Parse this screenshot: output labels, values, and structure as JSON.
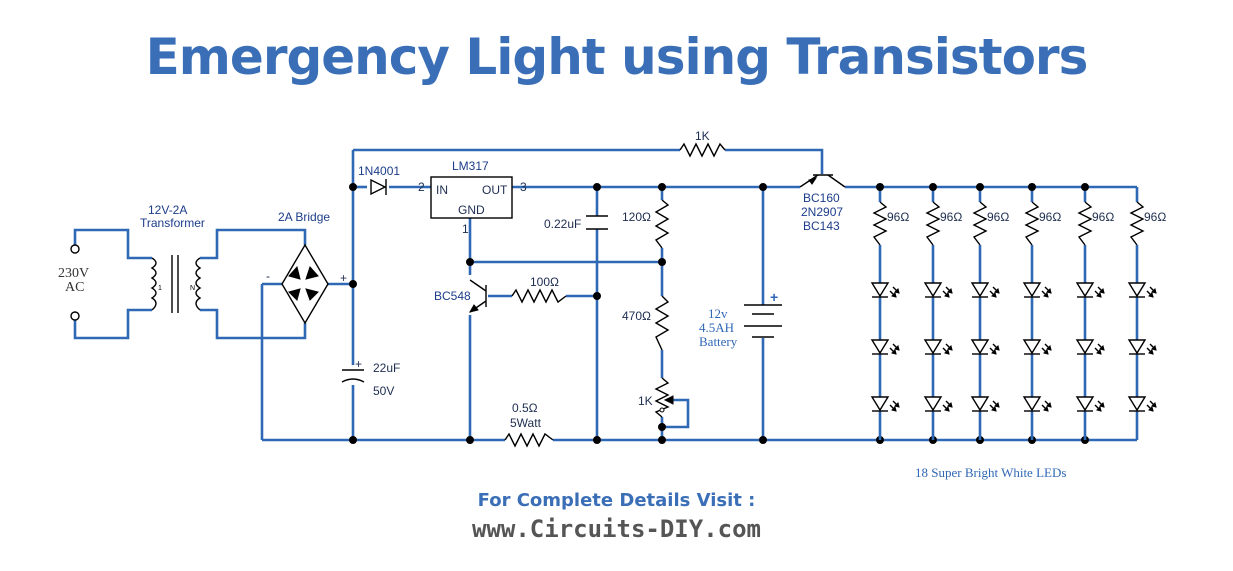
{
  "title": "Emergency Light using Transistors",
  "footer": {
    "line1": "For Complete Details Visit :",
    "line2": "www.Circuits-DIY.com"
  },
  "labels": {
    "ac_voltage": "230V",
    "ac": "AC",
    "transformer_rating": "12V-2A",
    "transformer": "Transformer",
    "transformer_pin_1": "1",
    "transformer_pin_n": "N",
    "bridge": "2A Bridge",
    "bridge_minus": "-",
    "bridge_plus": "+",
    "diode": "1N4001",
    "regulator": "LM317",
    "reg_pin_in_num": "2",
    "reg_pin_in": "IN",
    "reg_pin_out": "OUT",
    "reg_pin_out_num": "3",
    "reg_pin_gnd": "GND",
    "reg_pin_gnd_num": "1",
    "cap_small": "0.22uF",
    "res_top": "1K",
    "res_120": "120Ω",
    "res_470": "470Ω",
    "pot_1k": "1K",
    "res_100": "100Ω",
    "transistor_npn": "BC548",
    "res_shunt": "0.5Ω",
    "res_shunt_watt": "5Watt",
    "cap_big": "22uF",
    "cap_big_v": "50V",
    "cap_plus": "+",
    "battery_v": "12v",
    "battery_ah": "4.5AH",
    "battery": "Battery",
    "battery_plus": "+",
    "pnp_1": "BC160",
    "pnp_2": "2N2907",
    "pnp_3": "BC143",
    "led_res": "96Ω",
    "leds_note": "18 Super Bright White LEDs"
  },
  "colors": {
    "wire": "#2f68b5",
    "title": "#3a6fb7",
    "footer_url": "#555555"
  }
}
